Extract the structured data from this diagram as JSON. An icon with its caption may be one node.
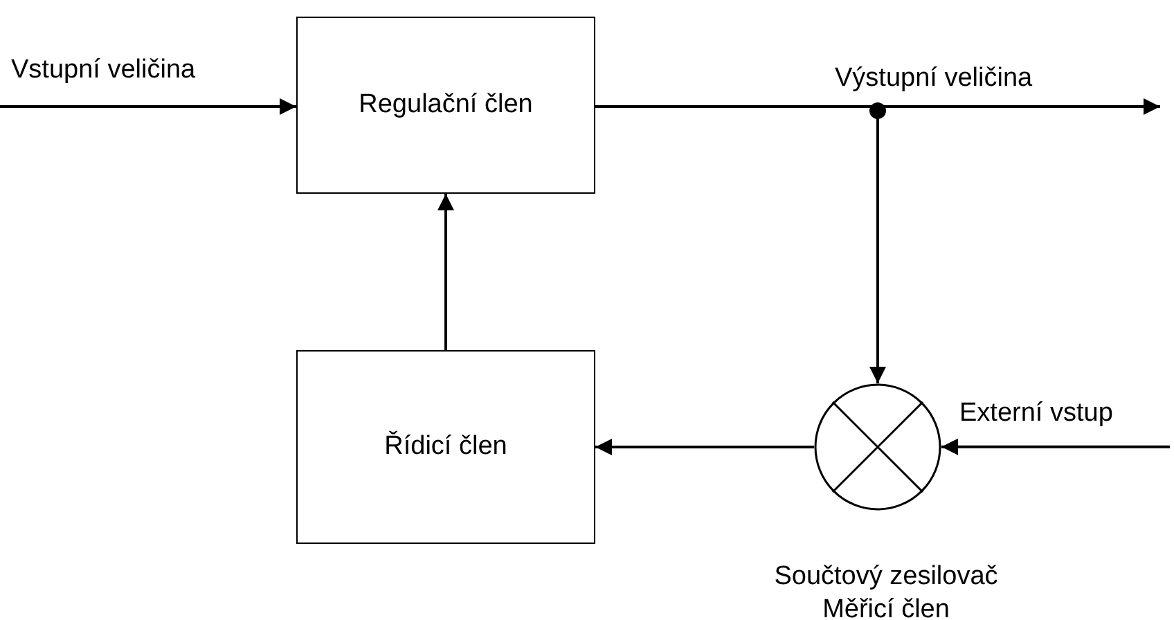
{
  "diagram": {
    "nodes": [
      {
        "text": [
          "Regulační člen"
        ]
      },
      {
        "text": [
          "Řídicí člen"
        ]
      },
      {
        "text": [],
        "shape": "circle",
        "beside": [
          "Součtový zesilovač",
          "Měřicí člen"
        ]
      }
    ],
    "edges": [
      {
        "from": null,
        "to": 0,
        "arrow": "to",
        "label": "Vstupní veličina"
      },
      {
        "from": 0,
        "to": null,
        "arrow": "to",
        "label": "Výstupní veličina"
      },
      {
        "from": 0,
        "to": 2,
        "arrow": "to"
      },
      {
        "from": null,
        "to": 2,
        "arrow": "to",
        "label": "Externí vstup"
      },
      {
        "from": 2,
        "to": 1,
        "arrow": "to"
      },
      {
        "from": 1,
        "to": 0,
        "arrow": "to"
      }
    ]
  }
}
